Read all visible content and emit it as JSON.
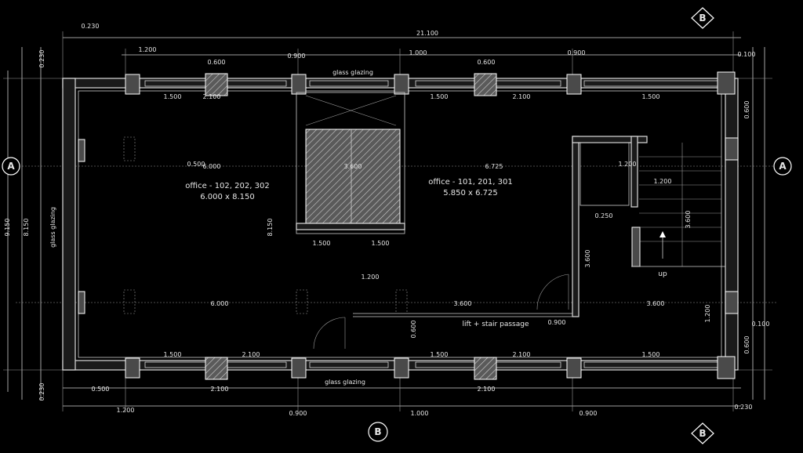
{
  "axes": {
    "left_mid": "A",
    "right_mid": "A",
    "top_right": "B",
    "bottom_right": "B",
    "bottom_mid": "B"
  },
  "rooms": {
    "office_left_name": "office - 102, 202, 302",
    "office_left_size": "6.000 x 8.150",
    "office_right_name": "office - 101, 201, 301",
    "office_right_size": "5.850 x 6.725",
    "passage": "lift + stair passage",
    "stair_label": "up"
  },
  "dimensions": {
    "overall_top": "21.100",
    "span_left": "6.000",
    "span_mid": "3.600",
    "span_right": "6.725",
    "span_stair": "3.600",
    "height_total": "9.150",
    "height_inner": "8.150",
    "lift_left": "1.500",
    "lift_right": "1.500",
    "edge_top": "0.230",
    "edge_bottom": "0.230",
    "col_a": "0.500",
    "col_b": "0.600",
    "win_a": "1.500",
    "win_b": "2.100",
    "win_sill": "1.200",
    "door_a": "0.900",
    "door_b": "1.000",
    "stair_w": "1.200",
    "stair_r": "0.250",
    "offset": "0.100",
    "glass": "glass glazing"
  }
}
